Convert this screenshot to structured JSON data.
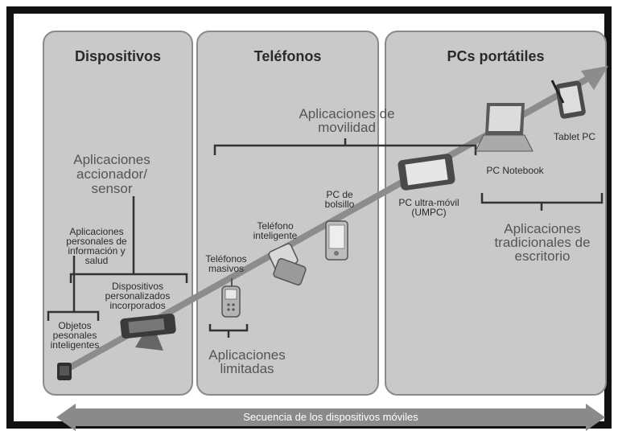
{
  "columns": [
    {
      "title": "Dispositivos"
    },
    {
      "title": "Teléfonos"
    },
    {
      "title": "PCs portátiles"
    }
  ],
  "groups": {
    "movilidad": [
      "Aplicaciones de",
      "movilidad"
    ],
    "actuator": [
      "Aplicaciones",
      "accionador/",
      "sensor"
    ],
    "personales": [
      "Aplicaciones",
      "personales de",
      "información y",
      "salud"
    ],
    "limitadas": [
      "Aplicaciones",
      "limitadas"
    ],
    "escritorio": [
      "Aplicaciones",
      "tradicionales de",
      "escritorio"
    ]
  },
  "devices": {
    "objetos": [
      "Objetos",
      "pesonales",
      "inteligentes"
    ],
    "incorporados": [
      "Dispositivos",
      "personalizados",
      "incorporados"
    ],
    "masivos": [
      "Teléfonos",
      "masivos"
    ],
    "inteligente": [
      "Teléfono",
      "inteligente"
    ],
    "bolsillo": [
      "PC de",
      "bolsillo"
    ],
    "umpc": [
      "PC ultra-móvil",
      "(UMPC)"
    ],
    "notebook": [
      "PC Notebook"
    ],
    "tablet": [
      "Tablet PC"
    ]
  },
  "footer": {
    "arrow_label": "Secuencia de los dispositivos móviles"
  },
  "colors": {
    "frame": "#111111",
    "panel": "#c9c9c9",
    "panel_border": "#8a8a8a",
    "arrow": "#8a8a8a",
    "trend": "#8c8c8c"
  }
}
